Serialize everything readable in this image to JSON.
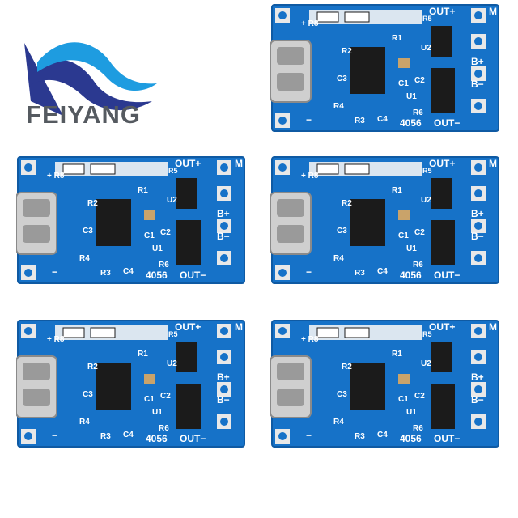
{
  "brand": {
    "name": "FEIYANG",
    "colors": {
      "dark_blue": "#2b3990",
      "light_blue": "#1e9ce0",
      "text_gray": "#555a60"
    }
  },
  "board": {
    "pcb_color": "#1672c8",
    "labels": {
      "r8": "+ R8",
      "r5": "R5",
      "out_plus": "OUT+",
      "m": "M",
      "r2": "R2",
      "r1": "R1",
      "u2": "U2",
      "c3": "C3",
      "c1": "C1",
      "c2": "C2",
      "b_plus": "B+",
      "b_minus": "B−",
      "u1": "U1",
      "r4": "R4",
      "r6": "R6",
      "r3": "R3",
      "c4": "C4",
      "chip_id": "4056",
      "out_minus": "OUT−",
      "minus": "−"
    }
  },
  "boards": [
    {
      "id": "board-1"
    },
    {
      "id": "board-2"
    },
    {
      "id": "board-3"
    },
    {
      "id": "board-4"
    },
    {
      "id": "board-5"
    }
  ]
}
